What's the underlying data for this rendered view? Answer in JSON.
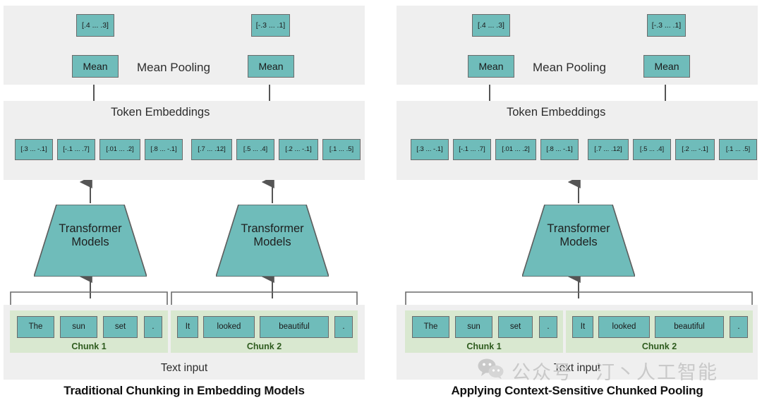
{
  "panels": [
    {
      "id": "traditional",
      "title": "Traditional Chunking in Embedding Models",
      "pooling": {
        "label": "Mean Pooling",
        "mean_label_1": "Mean",
        "mean_label_2": "Mean",
        "output_vector_1": "[.4 ... .3]",
        "output_vector_2": "[-.3 ... .1]"
      },
      "tokens": {
        "label": "Token Embeddings",
        "chunk1_embeddings": [
          "[.3 ... -.1]",
          "[-.1 ... .7]",
          "[.01 ... .2]",
          "[.8 ... -.1]"
        ],
        "chunk2_embeddings": [
          "[.7 ... .12]",
          "[.5 ... .4]",
          "[.2 ... -.1]",
          "[.1 ... .5]"
        ],
        "bottom_bracket_mode": "split"
      },
      "transformers": [
        {
          "label_line1": "Transformer",
          "label_line2": "Models"
        },
        {
          "label_line1": "Transformer",
          "label_line2": "Models"
        }
      ],
      "text_input": {
        "label": "Text input",
        "chunk1_caption": "Chunk 1",
        "chunk2_caption": "Chunk 2",
        "chunk1_tokens": [
          "The",
          "sun",
          "set",
          "."
        ],
        "chunk2_tokens": [
          "It",
          "looked",
          "beautiful",
          "."
        ],
        "top_bracket_mode": "split"
      }
    },
    {
      "id": "context-sensitive",
      "title": "Applying Context-Sensitive Chunked Pooling",
      "pooling": {
        "label": "Mean Pooling",
        "mean_label_1": "Mean",
        "mean_label_2": "Mean",
        "output_vector_1": "[.4 ... .3]",
        "output_vector_2": "[-.3 ... .1]"
      },
      "tokens": {
        "label": "Token Embeddings",
        "chunk1_embeddings": [
          "[.3 ... -.1]",
          "[-.1 ... .7]",
          "[.01 ... .2]",
          "[.8 ... -.1]"
        ],
        "chunk2_embeddings": [
          "[.7 ... .12]",
          "[.5 ... .4]",
          "[.2 ... -.1]",
          "[.1 ... .5]"
        ],
        "bottom_bracket_mode": "single"
      },
      "transformers": [
        {
          "label_line1": "Transformer",
          "label_line2": "Models"
        }
      ],
      "text_input": {
        "label": "Text input",
        "chunk1_caption": "Chunk 1",
        "chunk2_caption": "Chunk 2",
        "chunk1_tokens": [
          "The",
          "sun",
          "set",
          "."
        ],
        "chunk2_tokens": [
          "It",
          "looked",
          "beautiful",
          "."
        ],
        "top_bracket_mode": "single"
      }
    }
  ],
  "watermark": {
    "prefix": "公众号",
    "suffix": "汀丶人工智能"
  },
  "colors": {
    "teal": "#6fbcba",
    "band_grey": "#efefef",
    "chunk_green": "#d9e8d0",
    "chunk_caption_green": "#2e5b1e",
    "stroke": "#6b6b6b"
  }
}
